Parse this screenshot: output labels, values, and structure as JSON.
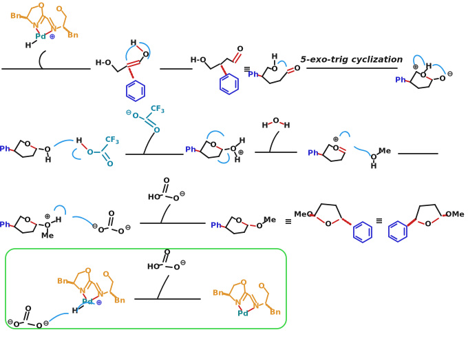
{
  "colors": {
    "ligand_orange": "#E0952F",
    "pd_teal": "#1D8A8F",
    "tfa_teal": "#1787A8",
    "phenyl_blue": "#2B2BD0",
    "bond_red": "#CE2222",
    "arrow_blue": "#2D9BE8",
    "box_green": "#3FD64B",
    "black": "#1A1A1A"
  },
  "glyphs": {
    "O": "O",
    "H": "H",
    "N": "N",
    "Pd": "Pd",
    "Bn": "Bn",
    "Ph": "Ph",
    "Me": "Me",
    "MeO": "MeO",
    "OMe": "OMe",
    "HO": "HO",
    "H_O": "H-O",
    "CF": "CF",
    "sub3": "3",
    "oplus": "⊕",
    "ominus": "⊖",
    "equiv": "≡"
  },
  "annotations": {
    "cyclization_label": "5-exo-trig cyclization"
  }
}
